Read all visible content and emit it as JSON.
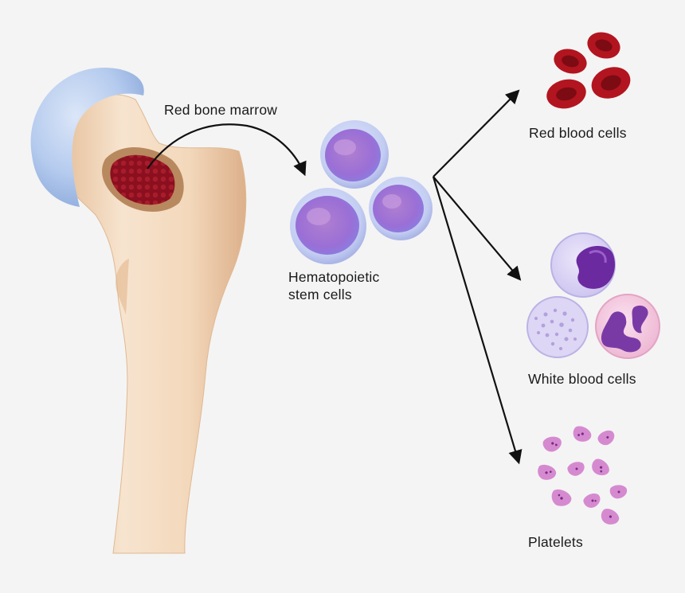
{
  "labels": {
    "marrow": "Red bone marrow",
    "stem_line1": "Hematopoietic",
    "stem_line2": "stem cells",
    "rbc": "Red blood cells",
    "wbc": "White blood cells",
    "platelets": "Platelets"
  },
  "colors": {
    "background": "#f4f4f4",
    "bone": "#f2d9be",
    "cartilage": "#a9c3ea",
    "marrow": "#8a0f1f",
    "stem_cell": "#9a7ad8",
    "red_cell": "#b0141e",
    "white_cell": "#7a3fb0",
    "platelet": "#d58ad0",
    "arrow": "#111111"
  }
}
